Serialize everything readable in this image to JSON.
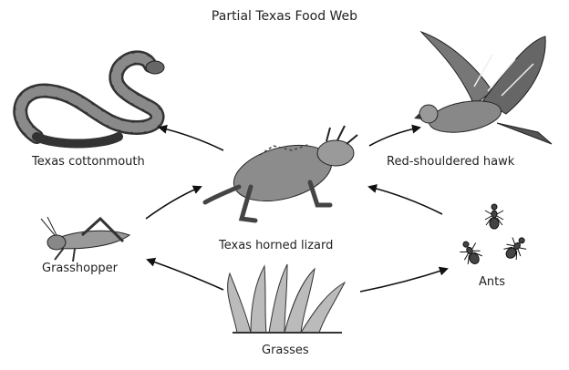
{
  "title": "Partial Texas Food Web",
  "organisms": {
    "cottonmouth": "Texas cottonmouth",
    "hawk": "Red-shouldered hawk",
    "lizard": "Texas horned lizard",
    "grasshopper": "Grasshopper",
    "ants": "Ants",
    "grasses": "Grasses"
  },
  "arrows": [
    {
      "from": "Texas horned lizard",
      "to": "Texas cottonmouth"
    },
    {
      "from": "Texas horned lizard",
      "to": "Red-shouldered hawk"
    },
    {
      "from": "Grasshopper",
      "to": "Texas horned lizard"
    },
    {
      "from": "Ants",
      "to": "Texas horned lizard"
    },
    {
      "from": "Grasses",
      "to": "Grasshopper"
    },
    {
      "from": "Grasses",
      "to": "Ants"
    }
  ]
}
